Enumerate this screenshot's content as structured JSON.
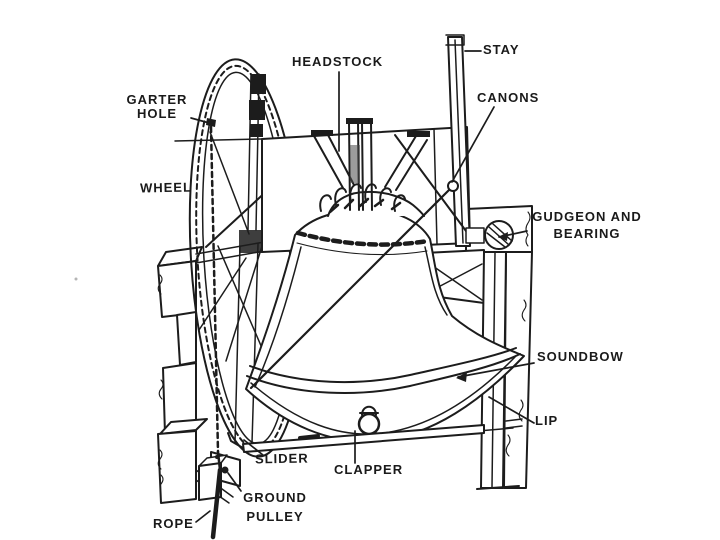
{
  "colors": {
    "ink": "#1c1c1c",
    "background": "#ffffff",
    "label_text": "#1a1a1a"
  },
  "labels": {
    "garter_hole": {
      "line1": "GARTER",
      "line2": "HOLE"
    },
    "wheel": {
      "text": "WHEEL"
    },
    "headstock": {
      "text": "HEADSTOCK"
    },
    "stay": {
      "text": "STAY"
    },
    "canons": {
      "text": "CANONS"
    },
    "gudgeon_bearing": {
      "line1": "GUDGEON AND",
      "line2": "BEARING"
    },
    "soundbow": {
      "text": "SOUNDBOW"
    },
    "lip": {
      "text": "LIP"
    },
    "slider": {
      "text": "SLIDER"
    },
    "clapper": {
      "text": "CLAPPER"
    },
    "ground_pulley": {
      "line1": "GROUND",
      "line2": "PULLEY"
    },
    "rope": {
      "text": "ROPE"
    }
  }
}
